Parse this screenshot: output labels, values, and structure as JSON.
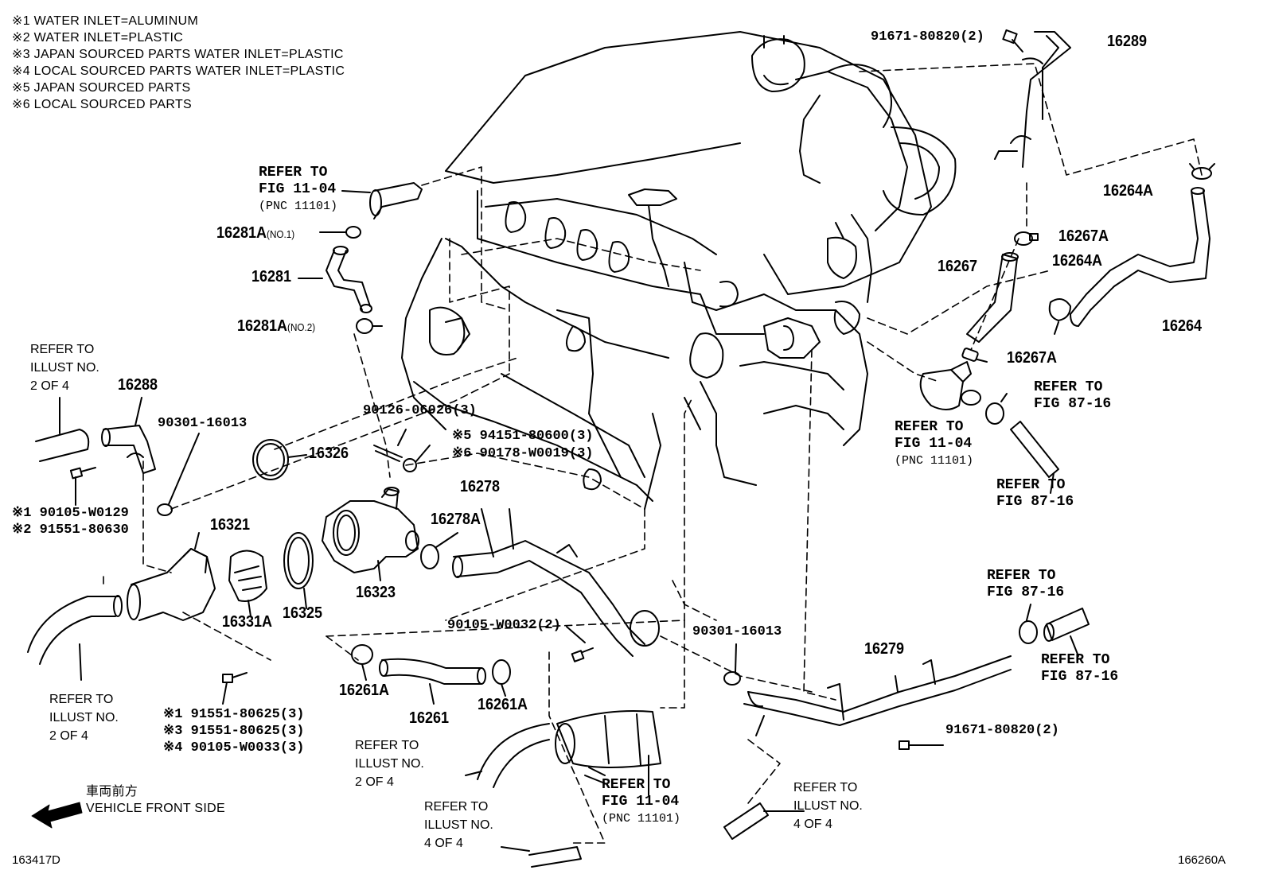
{
  "notes": [
    "※1 WATER INLET=ALUMINUM",
    "※2 WATER INLET=PLASTIC",
    "※3  JAPAN SOURCED PARTS  WATER INLET=PLASTIC",
    "※4  LOCAL SOURCED PARTS  WATER INLET=PLASTIC",
    "※5  JAPAN SOURCED PARTS",
    "※6  LOCAL SOURCED PARTS"
  ],
  "parts": {
    "p16289": "16289",
    "p16264A_top": "16264A",
    "p16267A_top": "16267A",
    "p16267": "16267",
    "p16264A_mid": "16264A",
    "p16264": "16264",
    "p16267A_bot": "16267A",
    "p16281A_1": "16281A",
    "p16281A_1_sub": "(NO.1)",
    "p16281": "16281",
    "p16281A_2": "16281A",
    "p16281A_2_sub": "(NO.2)",
    "p16288": "16288",
    "p16326": "16326",
    "p16278": "16278",
    "p16278A": "16278A",
    "p16321": "16321",
    "p16331A": "16331A",
    "p16325": "16325",
    "p16323": "16323",
    "p16279": "16279",
    "p16261A_l": "16261A",
    "p16261": "16261",
    "p16261A_r": "16261A"
  },
  "fasteners": {
    "f91671_top": "91671-80820(2)",
    "f91671_bot": "91671-80820(2)",
    "f90301_a": "90301-16013",
    "f90301_b": "90301-16013",
    "f90126": "90126-06026(3)",
    "f94151": "※5 94151-80600(3)",
    "f90178": "※6 90178-W0019(3)",
    "f90105_w0129": "※1 90105-W0129",
    "f91551_80630": "※2 91551-80630",
    "f90105_w0032": "90105-W0032(2)",
    "f91551_80625_1": "※1 91551-80625(3)",
    "f91551_80625_3": "※3 91551-80625(3)",
    "f90105_w0033": "※4 90105-W0033(3)"
  },
  "refs": {
    "fig1104_a": [
      "REFER TO",
      "FIG 11-04",
      "(PNC 11101)"
    ],
    "fig1104_b": [
      "REFER TO",
      "FIG 11-04",
      "(PNC 11101)"
    ],
    "fig1104_c": [
      "REFER TO",
      "FIG 11-04",
      "(PNC 11101)"
    ],
    "fig8716_a": [
      "REFER TO",
      "FIG 87-16"
    ],
    "fig8716_b": [
      "REFER TO",
      "FIG 87-16"
    ],
    "fig8716_c": [
      "REFER TO",
      "FIG 87-16"
    ],
    "fig8716_d": [
      "REFER TO",
      "FIG 87-16"
    ],
    "ill2_a": [
      "REFER TO",
      "ILLUST NO.",
      "2 OF 4"
    ],
    "ill2_b": [
      "REFER TO",
      "ILLUST NO.",
      "2 OF 4"
    ],
    "ill2_c": [
      "REFER TO",
      "ILLUST NO.",
      "2 OF 4"
    ],
    "ill4_a": [
      "REFER TO",
      "ILLUST NO.",
      "4 OF 4"
    ],
    "ill4_b": [
      "REFER TO",
      "ILLUST NO.",
      "4 OF 4"
    ]
  },
  "vehicle_front": {
    "jp": "車両前方",
    "en": "VEHICLE FRONT SIDE"
  },
  "codes": {
    "left": "163417D",
    "right": "166260A"
  }
}
